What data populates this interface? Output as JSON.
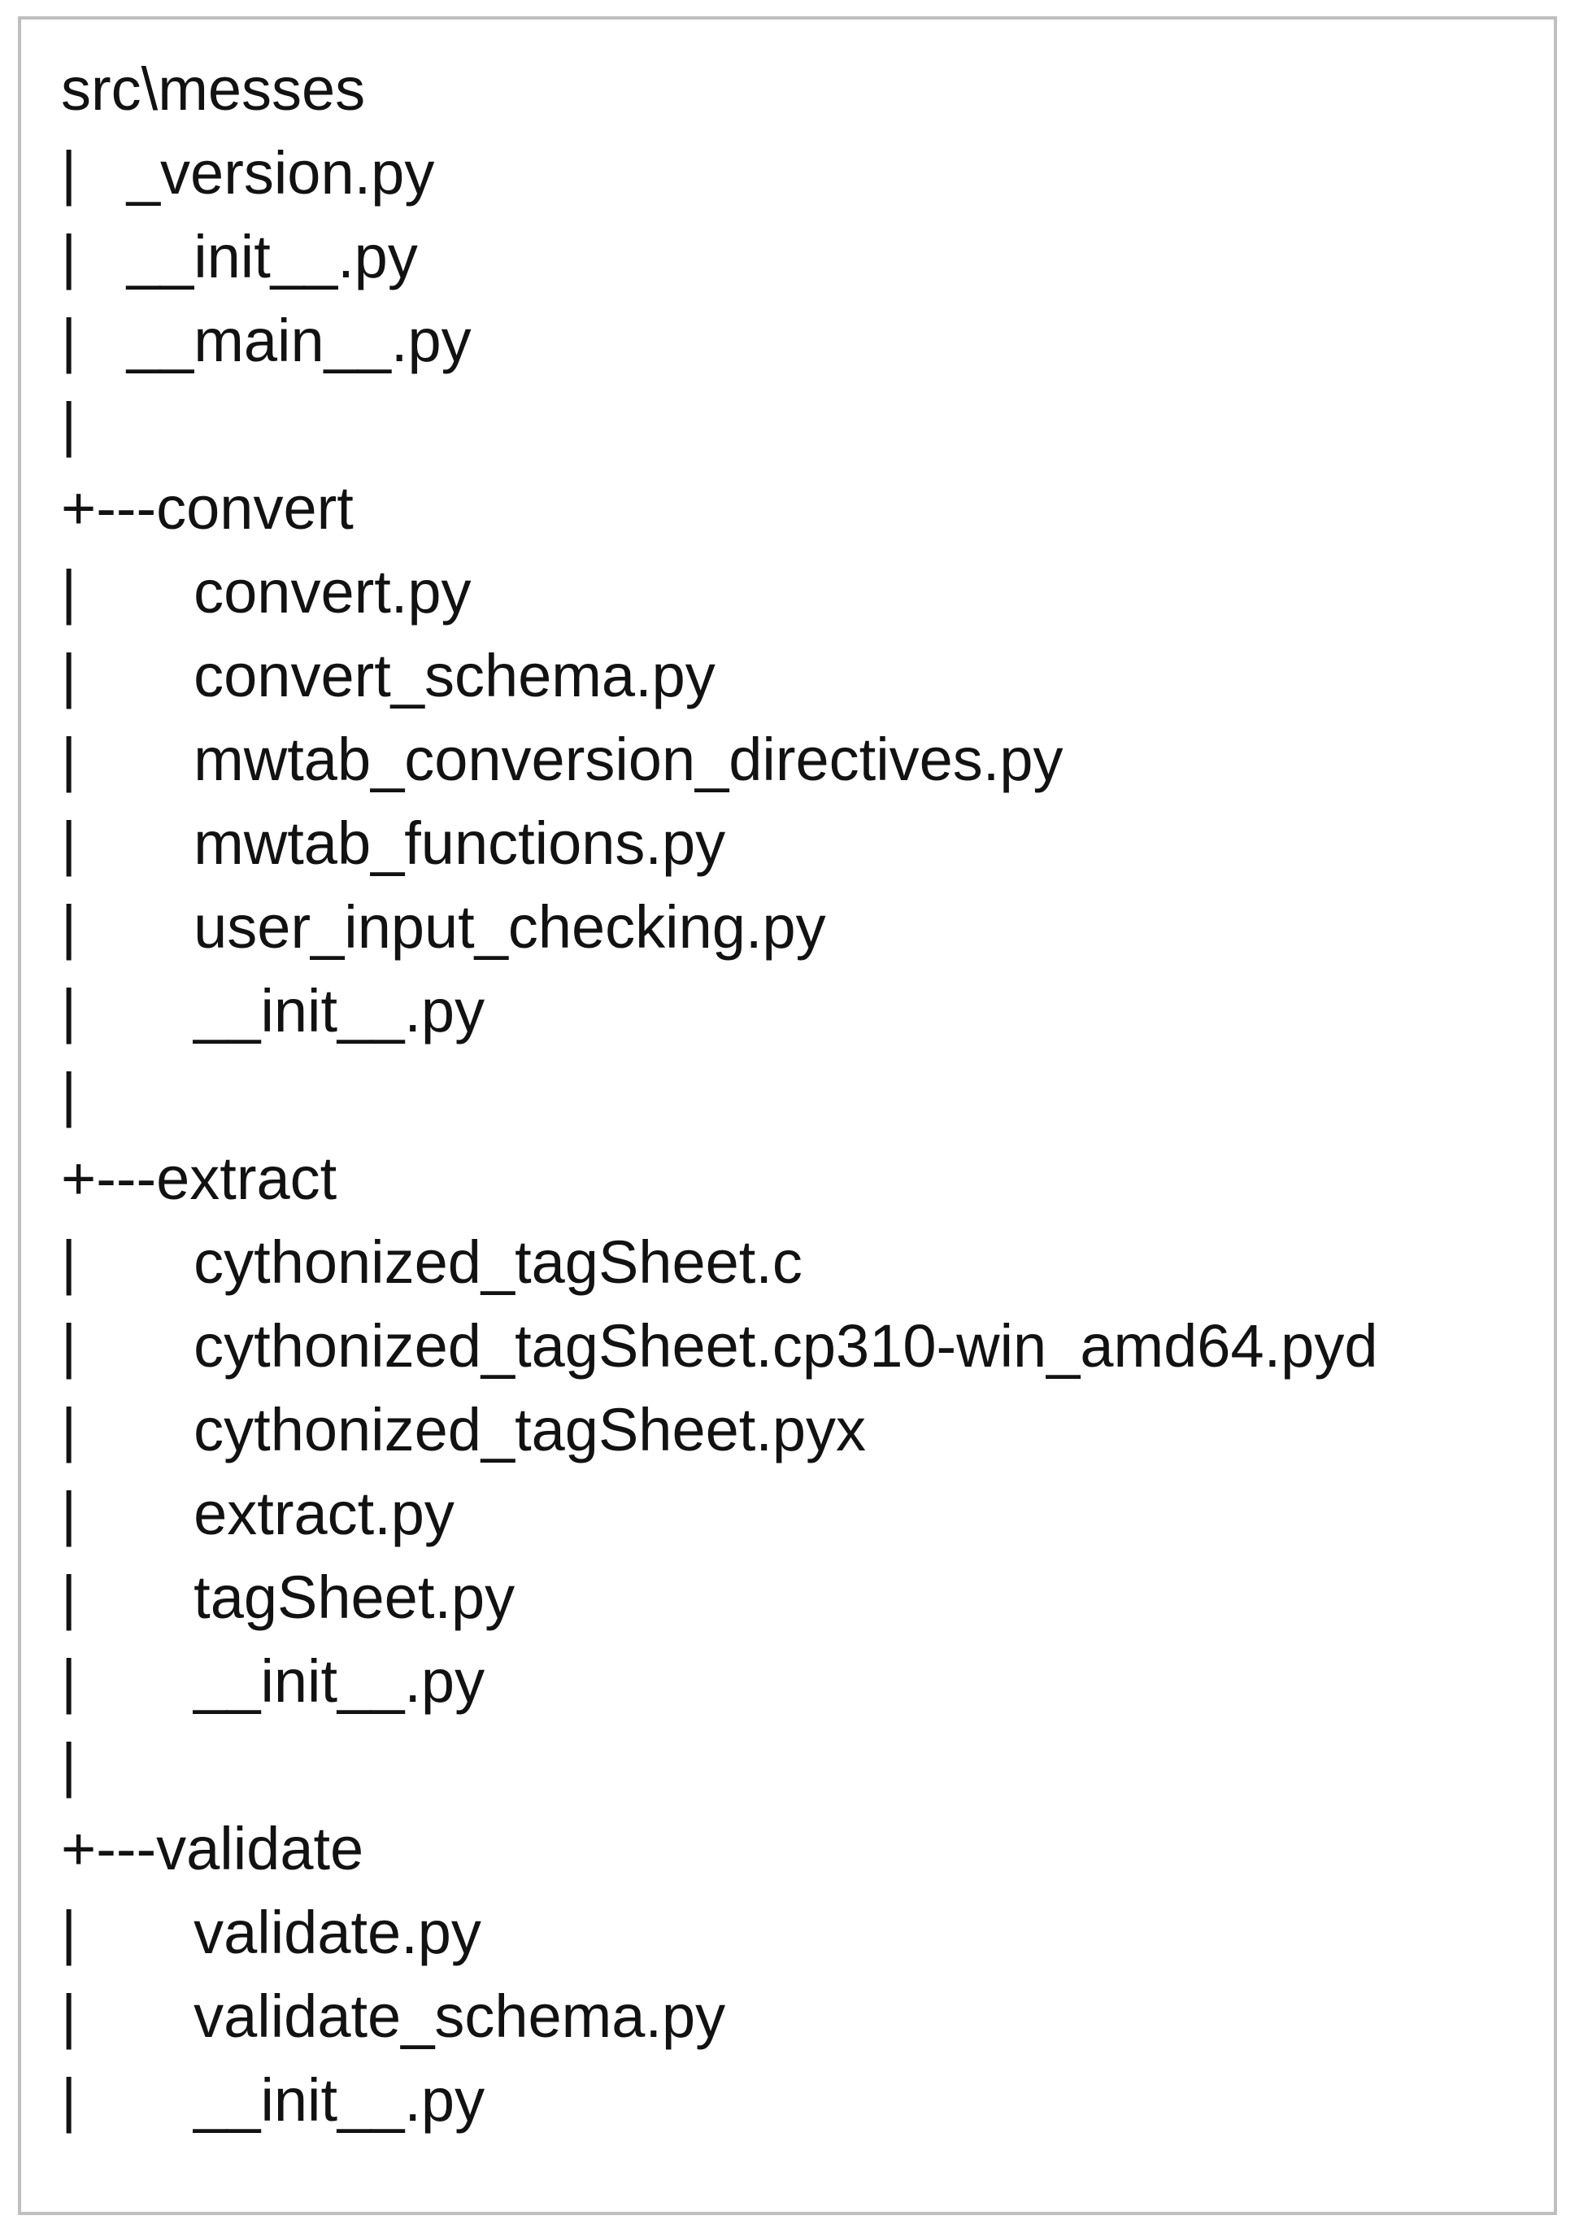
{
  "figure": {
    "description": "directory-tree-listing",
    "root_path": "src\\messes",
    "tree": {
      "lines": [
        "src\\messes",
        "|   _version.py",
        "|   __init__.py",
        "|   __main__.py",
        "|",
        "+---convert",
        "|       convert.py",
        "|       convert_schema.py",
        "|       mwtab_conversion_directives.py",
        "|       mwtab_functions.py",
        "|       user_input_checking.py",
        "|       __init__.py",
        "|",
        "+---extract",
        "|       cythonized_tagSheet.c",
        "|       cythonized_tagSheet.cp310-win_amd64.pyd",
        "|       cythonized_tagSheet.pyx",
        "|       extract.py",
        "|       tagSheet.py",
        "|       __init__.py",
        "|",
        "+---validate",
        "|       validate.py",
        "|       validate_schema.py",
        "|       __init__.py"
      ],
      "directories": [
        "convert",
        "extract",
        "validate"
      ],
      "border_color": "#bfbfbf",
      "text_color": "#121212"
    }
  }
}
